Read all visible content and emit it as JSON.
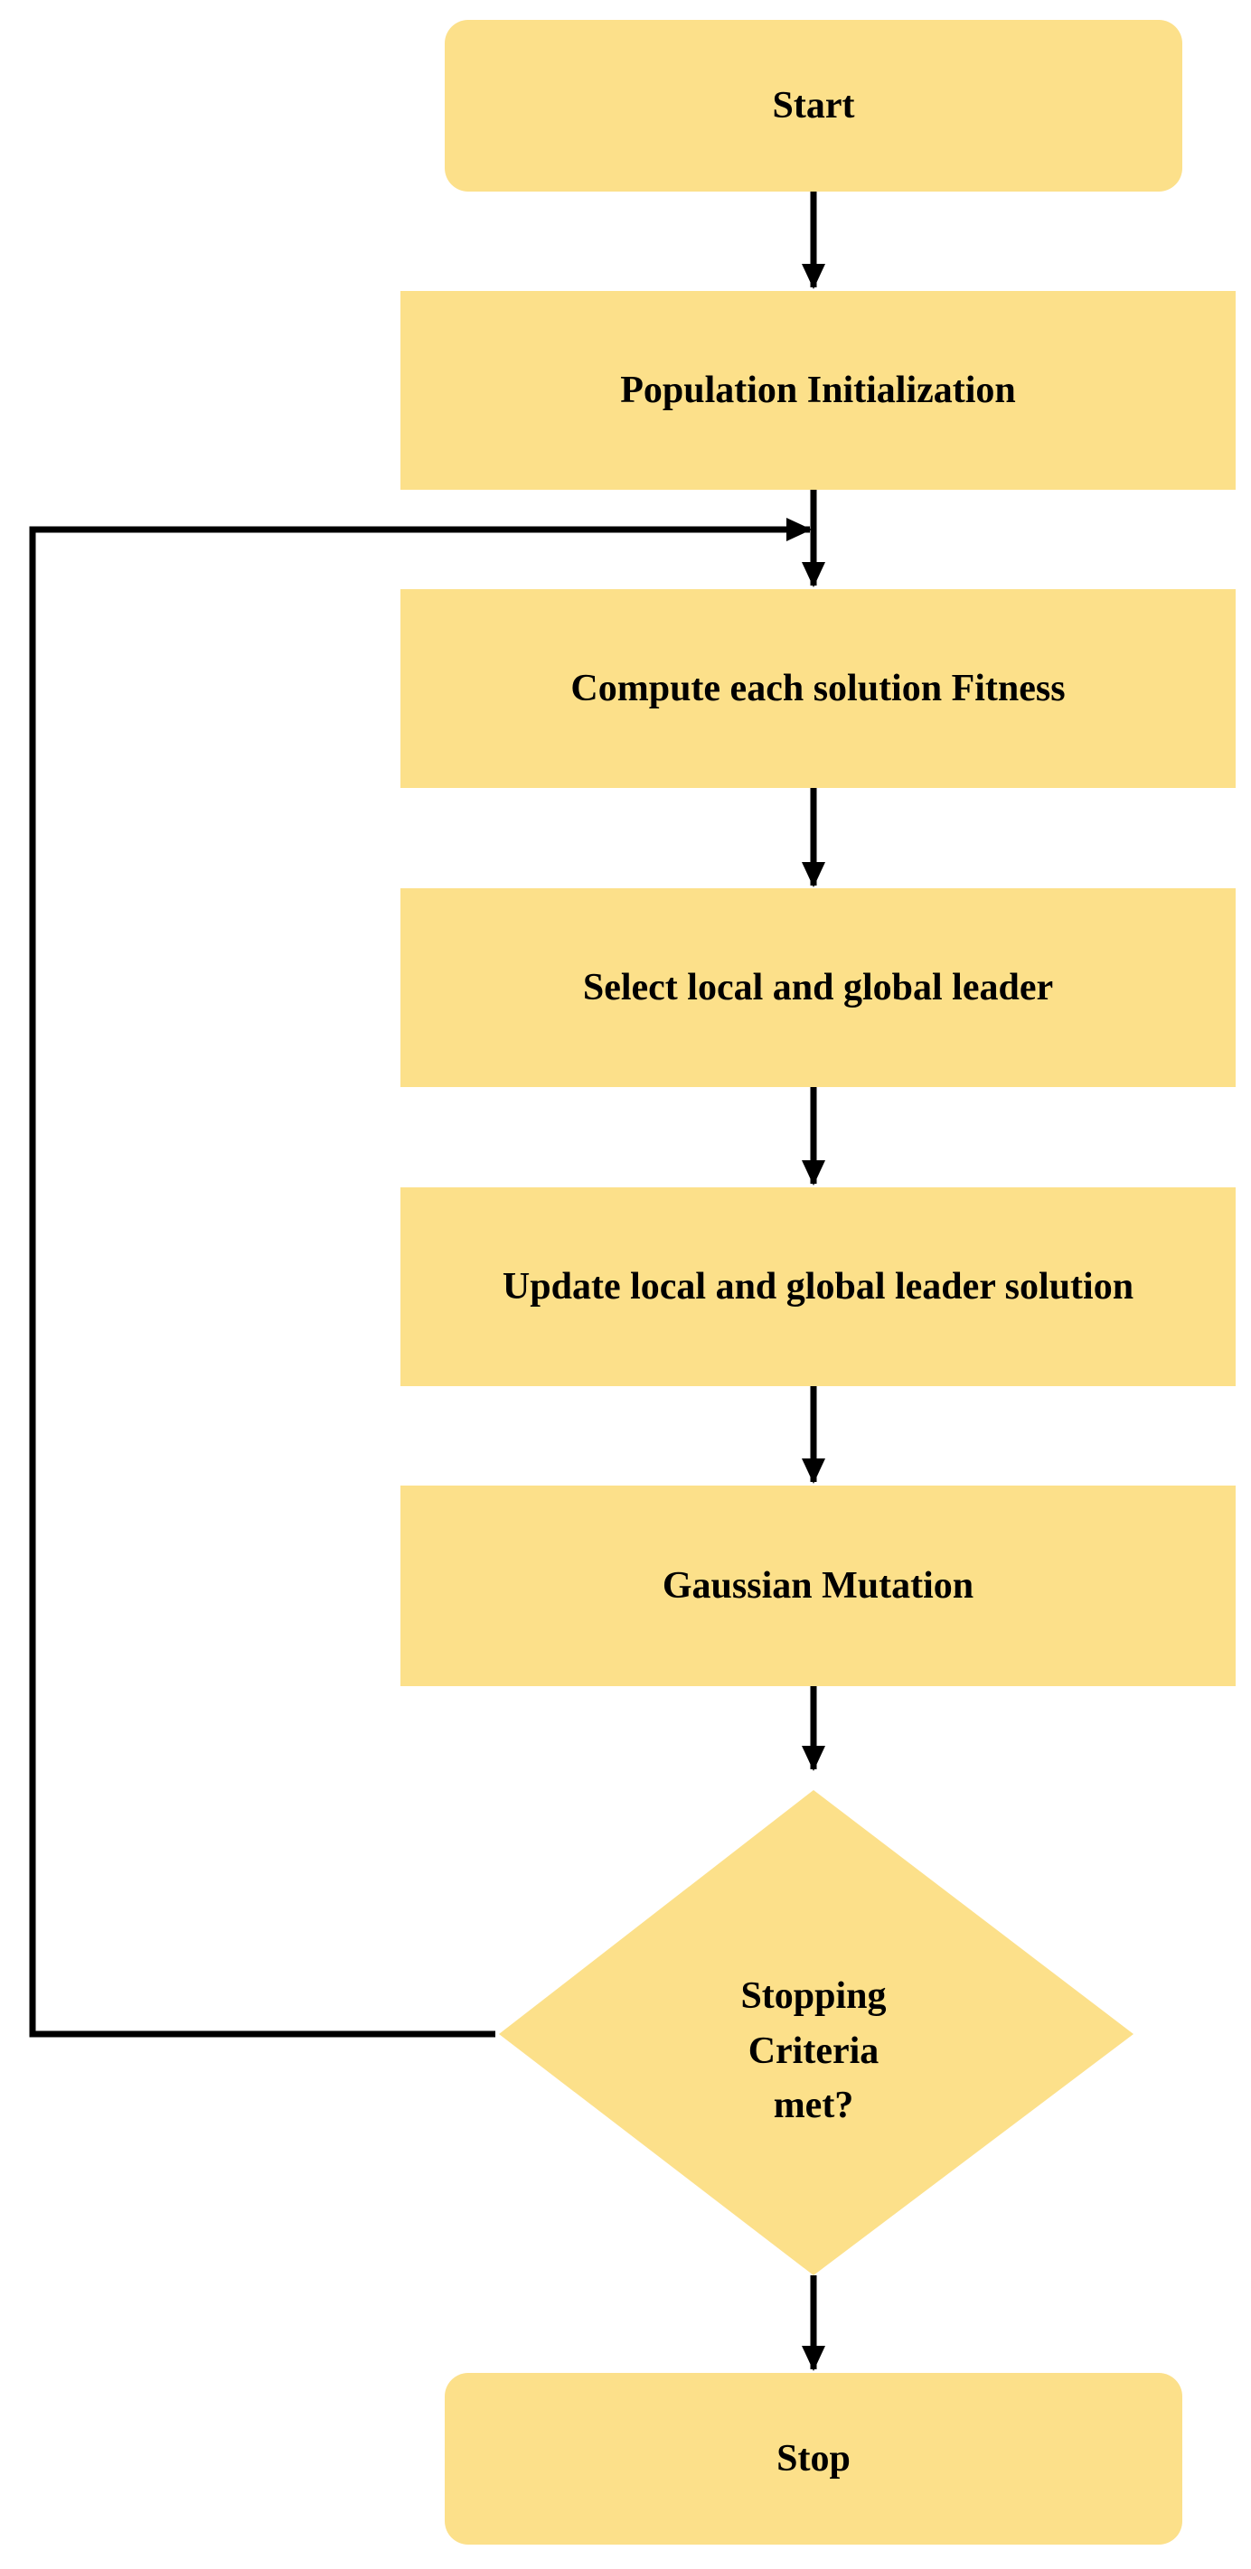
{
  "flowchart": {
    "start": "Start",
    "steps": [
      "Population Initialization",
      "Compute each solution Fitness",
      "Select local and global leader",
      "Update local and global leader solution",
      "Gaussian Mutation"
    ],
    "decision": "Stopping Criteria met?",
    "stop": "Stop"
  },
  "colors": {
    "box_fill": "#fce08a",
    "line": "#000000"
  }
}
